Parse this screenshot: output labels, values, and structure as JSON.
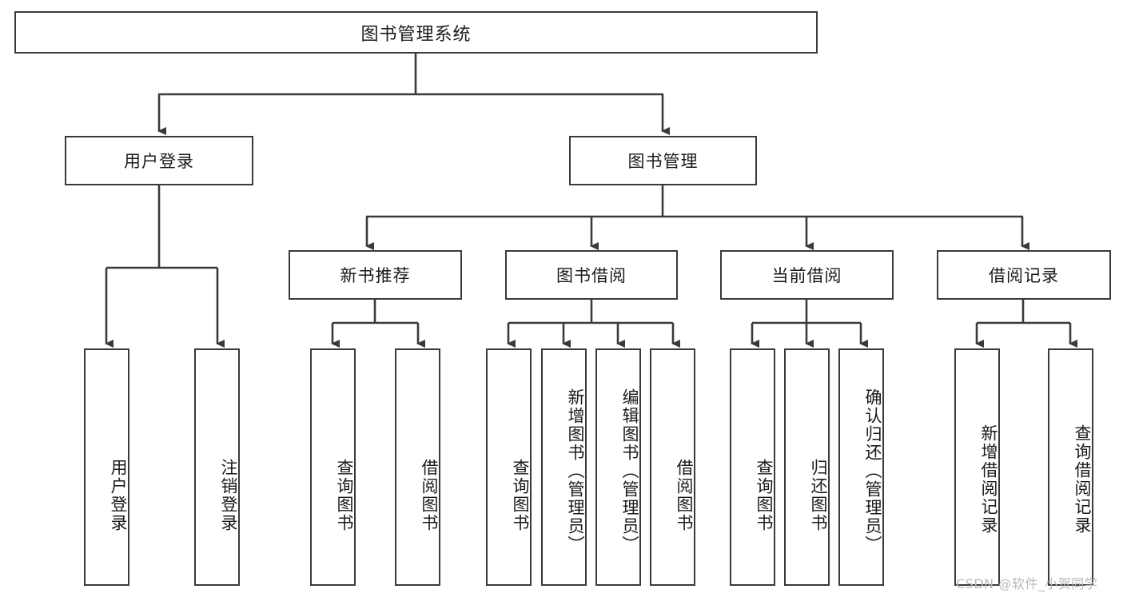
{
  "diagram": {
    "title": "图书管理系统",
    "root": {
      "label": "图书管理系统"
    },
    "level2": [
      {
        "label": "用户登录"
      },
      {
        "label": "图书管理"
      }
    ],
    "level3": [
      {
        "label": "新书推荐"
      },
      {
        "label": "图书借阅"
      },
      {
        "label": "当前借阅"
      },
      {
        "label": "借阅记录"
      }
    ],
    "leaves": {
      "user_login": [
        {
          "label": "用户登录"
        },
        {
          "label": "注销登录"
        }
      ],
      "new_book_recommend": [
        {
          "label": "查询图书"
        },
        {
          "label": "借阅图书"
        }
      ],
      "book_borrow": [
        {
          "label": "查询图书"
        },
        {
          "label": "新增图书（管理员）"
        },
        {
          "label": "编辑图书（管理员）"
        },
        {
          "label": "借阅图书"
        }
      ],
      "current_borrow": [
        {
          "label": "查询图书"
        },
        {
          "label": "归还图书"
        },
        {
          "label": "确认归还（管理员）"
        }
      ],
      "borrow_record": [
        {
          "label": "新增借阅记录"
        },
        {
          "label": "查询借阅记录"
        }
      ]
    },
    "watermark": "CSDN @软件_小贺同学",
    "colors": {
      "stroke": "#3a3a3a",
      "box_fill": "#ffffff",
      "text": "#1a1a1a",
      "watermark": "#b9b9b9"
    }
  }
}
